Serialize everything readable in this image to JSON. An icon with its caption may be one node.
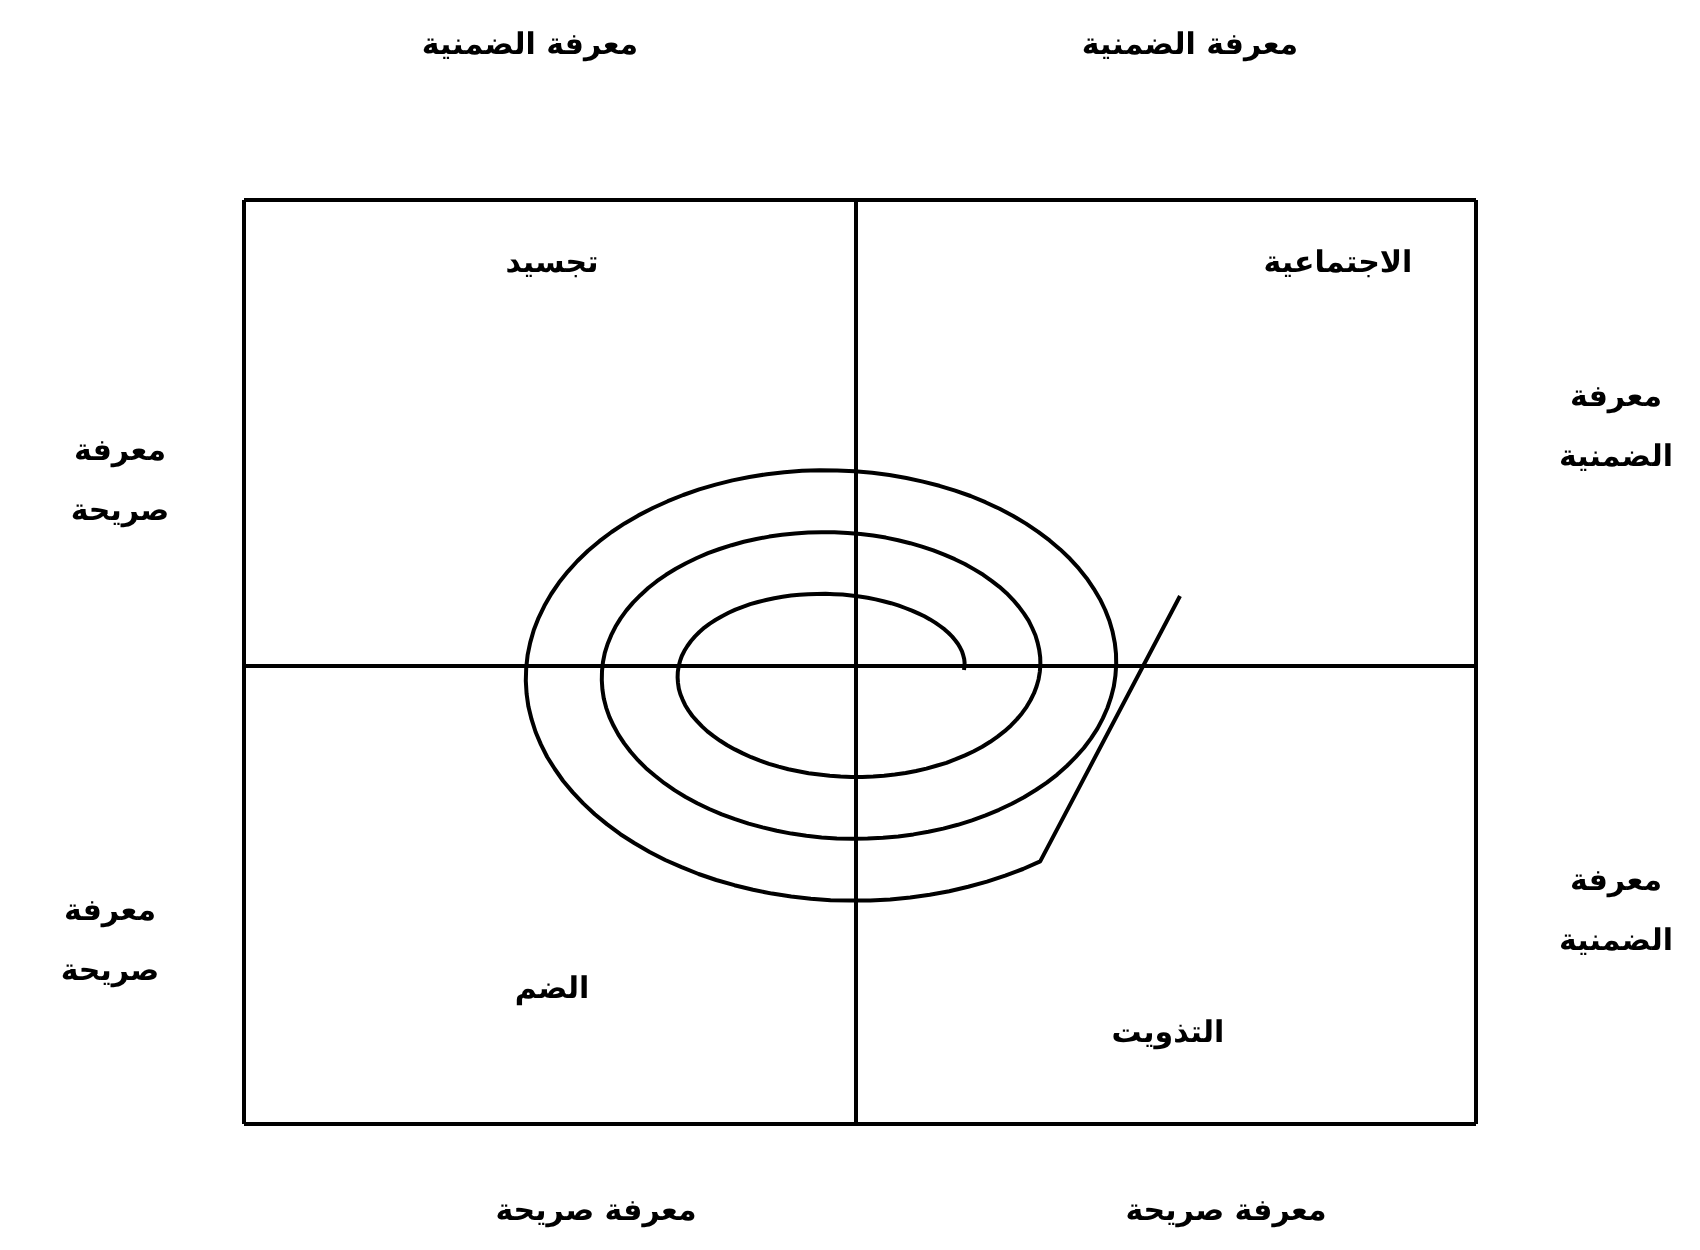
{
  "diagram": {
    "nodes": [
      {
        "text": [
          "تجسيد"
        ]
      },
      {
        "text": [
          "الاجتماعية"
        ]
      },
      {
        "text": [
          "الضم"
        ]
      },
      {
        "text": [
          "التذويت"
        ]
      }
    ],
    "labels": [
      "معرفة الضمنية",
      "معرفة الضمنية",
      "معرفة صريحة",
      "معرفة الضمنية",
      "معرفة صريحة",
      "معرفة الضمنية",
      "معرفة صريحة",
      "معرفة صريحة"
    ]
  }
}
